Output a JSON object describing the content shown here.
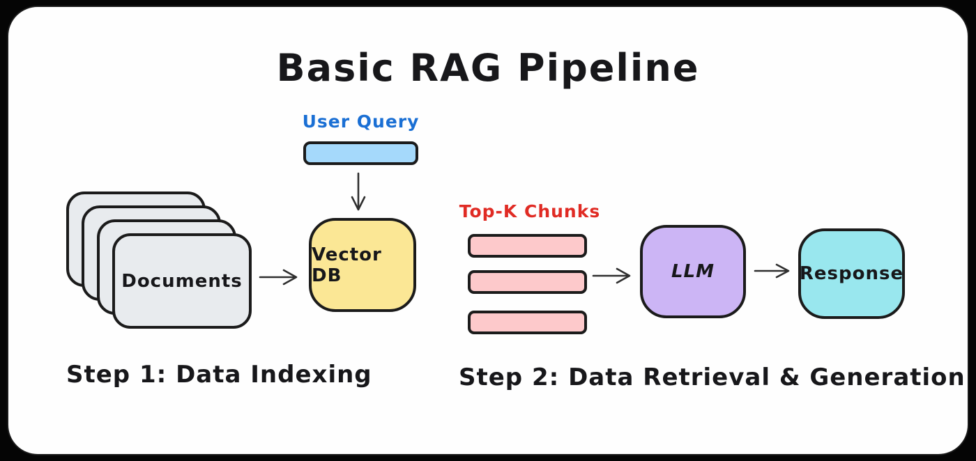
{
  "title": "Basic RAG Pipeline",
  "nodes": {
    "user_query": {
      "label": "User Query"
    },
    "documents": {
      "label": "Documents",
      "stack_count": 4
    },
    "vector_db": {
      "label": "Vector DB"
    },
    "chunks": {
      "label": "Top-K Chunks",
      "count": 3
    },
    "llm": {
      "label": "LLM"
    },
    "response": {
      "label": "Response"
    }
  },
  "steps": [
    {
      "label": "Step 1: Data Indexing"
    },
    {
      "label": "Step 2: Data Retrieval & Generation"
    }
  ],
  "colors": {
    "canvas-bg": "#050505",
    "card-bg": "#fefefe",
    "stroke": "#1b1b1b",
    "text": "#17171a",
    "user-query-fill": "#a5d9fb",
    "user-query-text": "#1a6fd4",
    "documents-fill": "#e8ebee",
    "vector-db-fill": "#fbe795",
    "chunks-fill": "#fdc9cb",
    "chunks-text": "#e02b24",
    "llm-fill": "#ccb5f5",
    "response-fill": "#99e7ee"
  }
}
